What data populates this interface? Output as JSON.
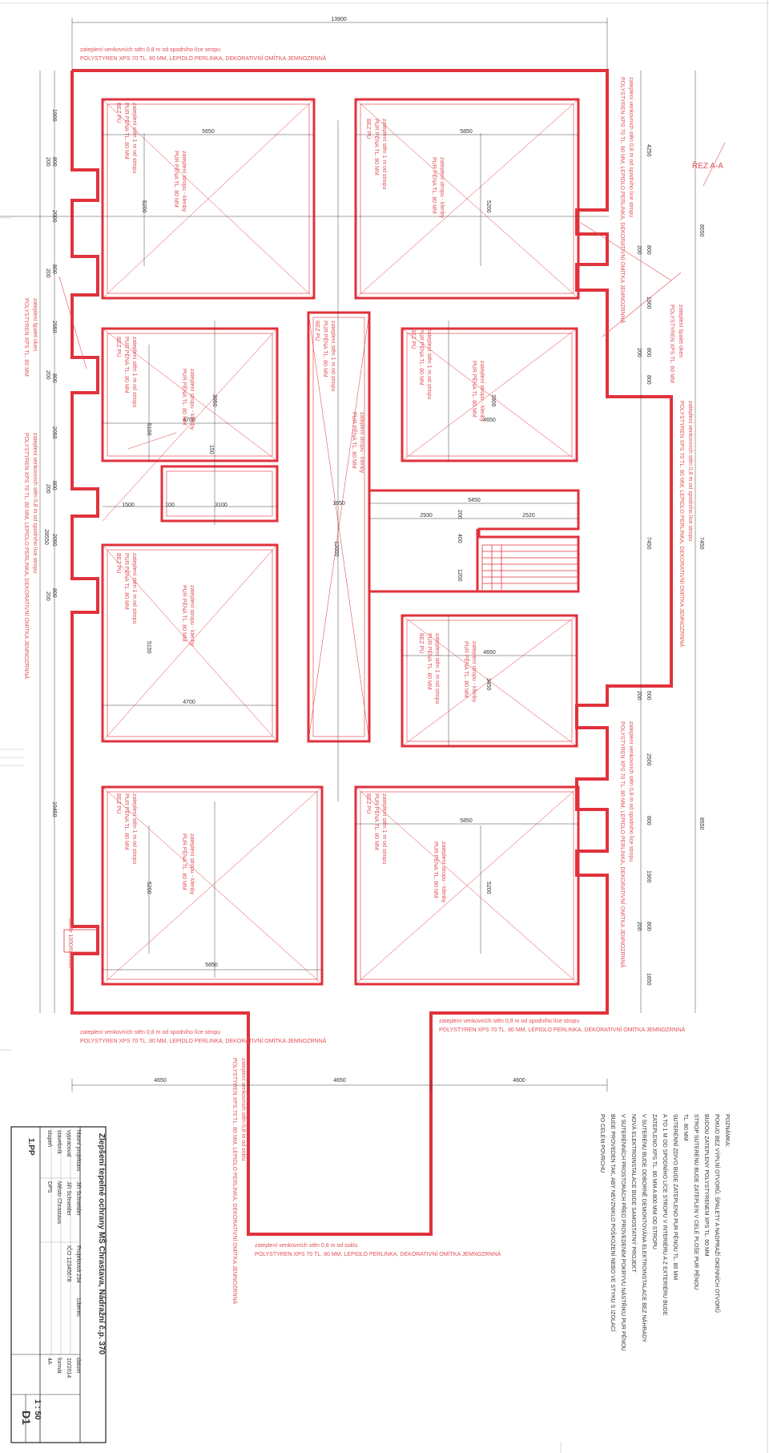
{
  "colors": {
    "wall": "#e0323c",
    "note": "#e24f57",
    "dim": "#444444"
  },
  "dims": {
    "total_width": "13900",
    "left_total": "28550",
    "left_segments": [
      "1900",
      "800",
      "200",
      "2000",
      "800",
      "200",
      "2950",
      "200",
      "800",
      "2050",
      "800",
      "200",
      "2050",
      "800",
      "200",
      "10450"
    ],
    "right_segments": [
      "4250",
      "8550",
      "800",
      "200",
      "1900",
      "800",
      "200",
      "800",
      "7450",
      "600",
      "200",
      "2500",
      "800",
      "1900",
      "800",
      "200",
      "1850",
      "8550"
    ],
    "bottom": [
      "4650",
      "4650",
      "4600"
    ],
    "inner": [
      "5650",
      "5850",
      "5200",
      "5200",
      "3950",
      "4700",
      "4650",
      "5100",
      "3900",
      "150",
      "3100",
      "1500",
      "100",
      "1650",
      "12000",
      "5450",
      "2930",
      "2520",
      "200",
      "400",
      "1200",
      "4650",
      "3450",
      "5150",
      "4700",
      "5850",
      "5850",
      "5200",
      "5200"
    ]
  },
  "notes": {
    "ext_wall_top_a": "zateplení venkovních stěn 0,8 m od spodního líce stropu",
    "ext_wall_top_b": "POLYSTYREN XPS 70 TL. 80 MM, LEPIDLO PERLINKA, DEKORATIVNÍ OMÍTKA JEMNOZRNNÁ",
    "wall_1m_a": "zateplení stěn 1 m od stropu",
    "wall_1m_b": "PUR PĚNA TL. 80 MM",
    "wall_1m_c": "BEZ PÚ",
    "ceiling_a": "zateplení stropu - klenby",
    "ceiling_b": "PUR PĚNA TL. 80 MM",
    "window_a": "zateplení špalet oken",
    "window_b": "POLYSTYREN XPS TL. 60 MM",
    "socle_a": "zateplení venkovních stěn 0,8 m od soklu",
    "socle_b": "POLYSTYREN XPS 70 TL. 80 MM, LEPIDLO PERLINKA, DEKORATIVNÍ OMÍTKA JEMNOZRNNÁ",
    "door": "dveře 1000/600/600",
    "section": "ŘEZ A-A"
  },
  "remarks": [
    "POZNÁMKA:",
    "POKUD BEZ VÝPLNÍ OTVORŮ, ŠPALETY A NADPRAŽÍ OKENNÍCH OTVORŮ",
    "BUDOU ZATEPLENY POLYSTYRENEM XPS TL. 60 MM",
    "STROP SUTERÉNU BUDE ZATEPLEN V CELÉ PLOŠE PUR PĚNOU",
    "TL. 80 MM",
    "SUTERÉNNÍ ZDIVO BUDE ZATEPLENO PUR PĚNOU TL. 80 MM",
    "A TO 1 M OD SPODNÍHO LÍCE STROPU V INTERIÉRU A Z EXTERIÉRU BUDE",
    "ZATEPLENO XPS TL. 80 MM A 800 MM OD STROPU",
    "V SUTERÉNU BUDE ODBORNĚ DEMONTOVÁNA ELEKTROINSTALACE BEZ NÁHRADY",
    "NOVÁ ELEKTROINSTALACE BUDE SAMOSTATNÝ PROJEKT",
    "V SUTERÉNNÍCH PROSTORÁCH PŘED PROVEDENÍM POKRYVU NÁSTŘIKU PUR PĚNOU",
    "BUDE PROVEDEN TAK, ABY NEVZNIKLO POŠKOZENÍ NEBO VE STYKU S IZOLACÍ",
    "PO CELÉM POVRCHU"
  ],
  "titleblock": {
    "project": "Zlepšení tepelné ochrany MŠ Chrastava, Nádražní č.p. 370",
    "rows": [
      [
        "hlavní projektant",
        "Jiří Schneider",
        "Projektová 234",
        "Liberec"
      ],
      [
        "vypracoval",
        "Jiří Schneider",
        "IČO 12345678",
        ""
      ],
      [
        "stavebník",
        "Město Chrastava",
        "",
        ""
      ],
      [
        "stupeň",
        "DPS",
        "",
        ""
      ]
    ],
    "datum_label": "datum",
    "datum": "10/2014",
    "format_label": "formát",
    "format": "4A",
    "scale": "1 : 50",
    "sheet_no": "D1",
    "sheet": "1.PP"
  }
}
